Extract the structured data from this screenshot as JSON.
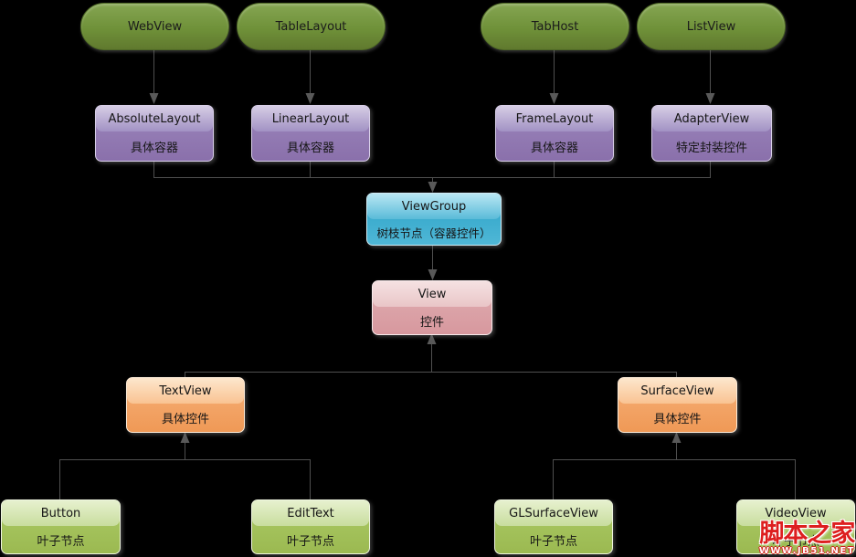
{
  "nodes": {
    "webview": {
      "label": "WebView"
    },
    "tablelayout": {
      "label": "TableLayout"
    },
    "tabhost": {
      "label": "TabHost"
    },
    "listview": {
      "label": "ListView"
    },
    "absolutelayout": {
      "title": "AbsoluteLayout",
      "subtitle": "具体容器"
    },
    "linearlayout": {
      "title": "LinearLayout",
      "subtitle": "具体容器"
    },
    "framelayout": {
      "title": "FrameLayout",
      "subtitle": "具体容器"
    },
    "adapterview": {
      "title": "AdapterView",
      "subtitle": "特定封装控件"
    },
    "viewgroup": {
      "title": "ViewGroup",
      "subtitle": "树枝节点（容器控件）"
    },
    "view": {
      "title": "View",
      "subtitle": "控件"
    },
    "textview": {
      "title": "TextView",
      "subtitle": "具体控件"
    },
    "surfaceview": {
      "title": "SurfaceView",
      "subtitle": "具体控件"
    },
    "button": {
      "title": "Button",
      "subtitle": "叶子节点"
    },
    "edittext": {
      "title": "EditText",
      "subtitle": "叶子节点"
    },
    "glsurfaceview": {
      "title": "GLSurfaceView",
      "subtitle": "叶子节点"
    },
    "videoview": {
      "title": "VideoView",
      "subtitle": "叶子节点"
    }
  },
  "watermark": {
    "brand": "脚本之家",
    "url": "WWW.JB51.NET"
  },
  "colors": {
    "background": "#000000",
    "line": "#4f4f4f",
    "arrow": "#595959",
    "ellipse_green": "#6f9139",
    "container_purple": "#9c86bc",
    "viewgroup_blue": "#3aaac9",
    "view_pink": "#dba6aa",
    "control_orange": "#f5a86a",
    "leaf_green": "#a3bf5e",
    "watermark_red": "#dd1f1f"
  }
}
